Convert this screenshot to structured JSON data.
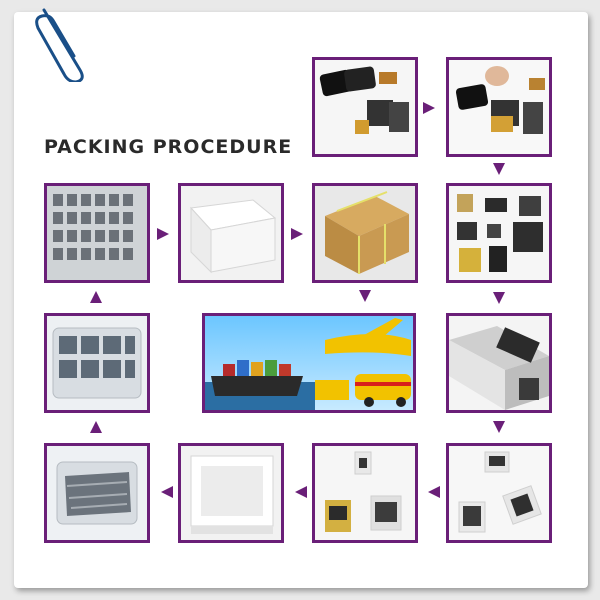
{
  "title": "PACKING PROCEDURE",
  "colors": {
    "frame": "#6a1f78",
    "arrow": "#6a1f78",
    "sheet": "#ffffff"
  },
  "icons": {
    "clip": "paperclip-icon",
    "arrow": "arrow-icon"
  },
  "steps": [
    "lcd-screens",
    "lcd-inspection",
    "individual-bags",
    "sealing-machine",
    "sealed-parts",
    "bagged-parts",
    "foam-box-open",
    "tray-bulk",
    "tray-packed",
    "tray-grid",
    "foam-box-closed",
    "carton-box",
    "shipping"
  ]
}
